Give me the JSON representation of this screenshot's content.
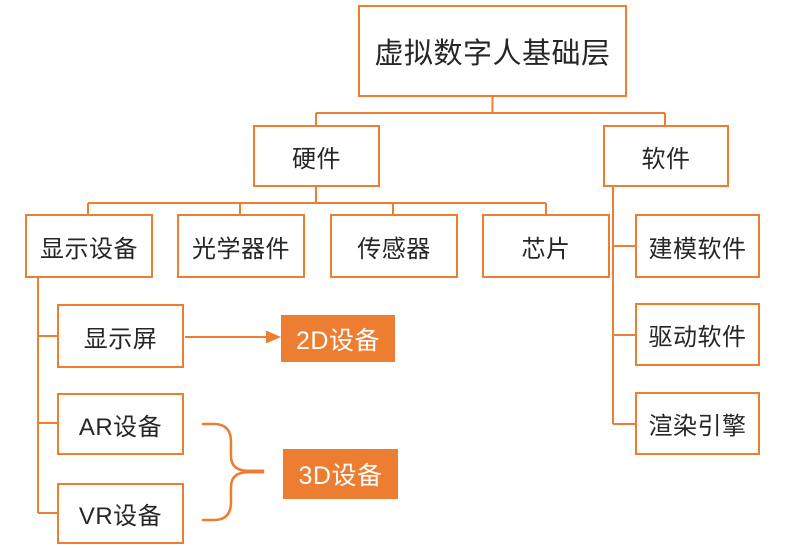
{
  "diagram": {
    "type": "org-hierarchy-flowchart",
    "colors": {
      "accent": "#ED7D31",
      "node_text": "#262626",
      "filled_node_text": "#FFFFFF",
      "background": "#FFFFFF"
    },
    "nodes": {
      "root": {
        "label": "虚拟数字人基础层"
      },
      "hardware": {
        "label": "硬件"
      },
      "software": {
        "label": "软件"
      },
      "display_device": {
        "label": "显示设备"
      },
      "optics": {
        "label": "光学器件"
      },
      "sensor": {
        "label": "传感器"
      },
      "chip": {
        "label": "芯片"
      },
      "modeling_software": {
        "label": "建模软件"
      },
      "driver_software": {
        "label": "驱动软件"
      },
      "render_engine": {
        "label": "渲染引擎"
      },
      "display_screen": {
        "label": "显示屏"
      },
      "ar_device": {
        "label": "AR设备"
      },
      "vr_device": {
        "label": "VR设备"
      },
      "device_2d": {
        "label": "2D设备"
      },
      "device_3d": {
        "label": "3D设备"
      }
    },
    "hierarchy": {
      "root": [
        "hardware",
        "software"
      ],
      "hardware": [
        "display_device",
        "optics",
        "sensor",
        "chip"
      ],
      "software": [
        "modeling_software",
        "driver_software",
        "render_engine"
      ],
      "display_device": [
        "display_screen",
        "ar_device",
        "vr_device"
      ],
      "display_screen_arrow_to": "device_2d",
      "brace_group_to_device_3d": [
        "ar_device",
        "vr_device"
      ]
    }
  }
}
